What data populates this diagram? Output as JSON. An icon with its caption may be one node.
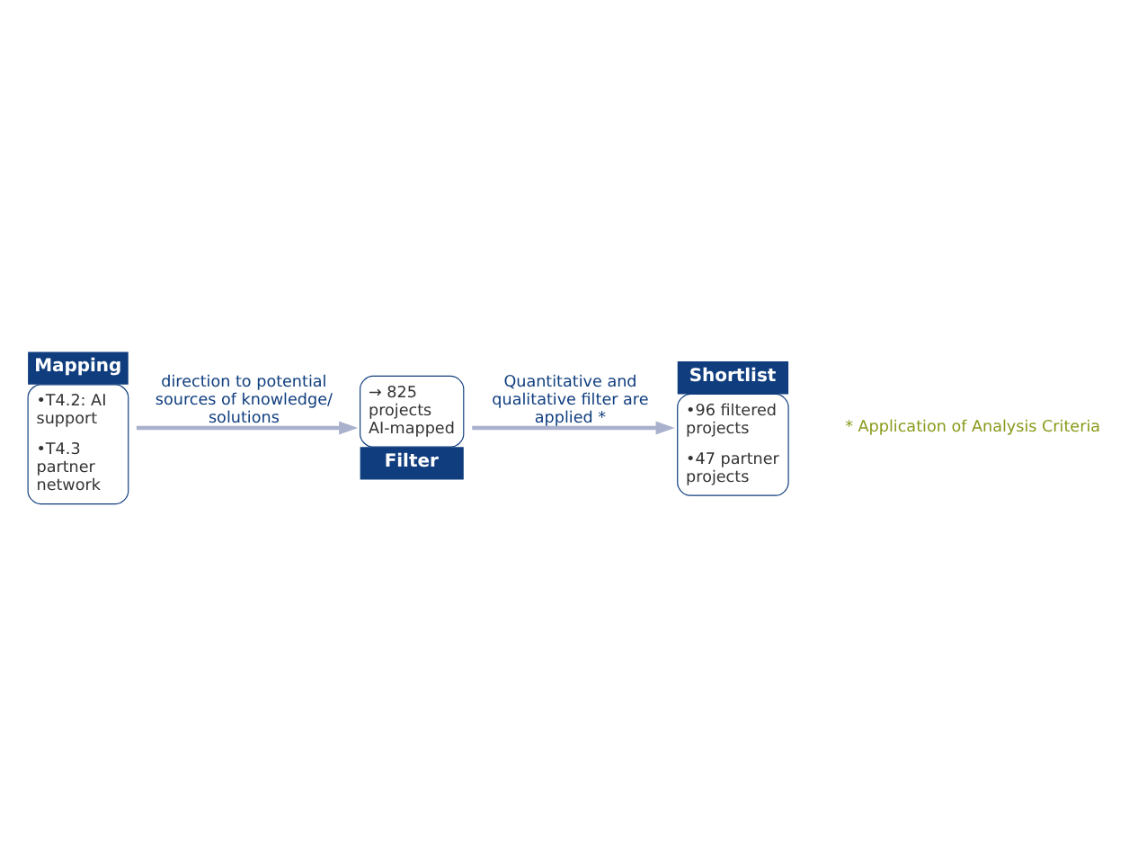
{
  "diagram": {
    "nodes": [
      {
        "text": [
          "Mapping",
          "•T4.2: AI support",
          "•T4.3 partner network"
        ]
      },
      {
        "text": [
          "→ 825 projects AI-mapped",
          "Filter"
        ]
      },
      {
        "text": [
          "Shortlist",
          "•96 filtered projects",
          "•47 partner projects"
        ]
      }
    ],
    "edges": [
      {
        "from": 0,
        "to": 1,
        "arrow": "to",
        "label": "direction to potential sources of knowledge/ solutions"
      },
      {
        "from": 1,
        "to": 2,
        "arrow": "to",
        "label": "Quantitative and qualitative filter are applied *"
      }
    ],
    "labels": [
      "* Application of Analysis Criteria"
    ]
  }
}
